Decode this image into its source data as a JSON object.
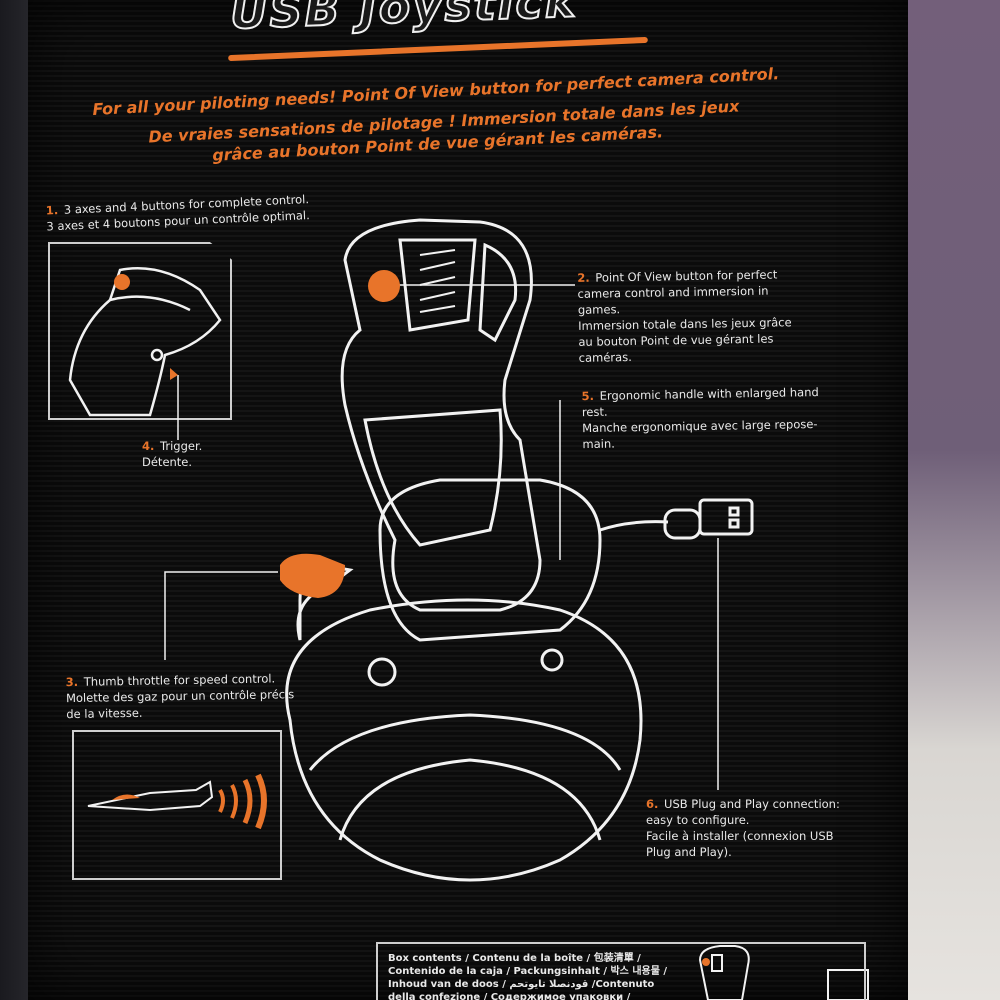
{
  "title": "USB Joystick",
  "taglines": [
    "For all your piloting needs!  Point Of View button for perfect camera control.",
    "De vraies sensations de pilotage ! Immersion totale dans les jeux",
    "grâce au bouton Point de vue gérant les caméras."
  ],
  "features": {
    "f1": {
      "num": "1.",
      "en": "3 axes and 4 buttons for complete control.",
      "fr": "3 axes et 4 boutons pour un contrôle optimal."
    },
    "f2": {
      "num": "2.",
      "en": "Point Of View button for perfect camera control and immersion in games.",
      "fr": "Immersion totale dans les jeux grâce au bouton Point de vue gérant les caméras."
    },
    "f3": {
      "num": "3.",
      "en": "Thumb throttle for speed control.",
      "fr": "Molette des gaz pour un contrôle précis de la vitesse."
    },
    "f4": {
      "num": "4.",
      "en": "Trigger.",
      "fr": "Détente."
    },
    "f5": {
      "num": "5.",
      "en": "Ergonomic handle with enlarged hand rest.",
      "fr": "Manche ergonomique avec large repose-main."
    },
    "f6": {
      "num": "6.",
      "en": "USB Plug and Play connection: easy to configure.",
      "fr": "Facile à installer (connexion USB Plug and Play)."
    }
  },
  "box_contents": [
    "Box contents  /  Contenu de la boîte  /  包装清單 /",
    "Contenido de la caja / Packungsinhalt / 박스 내용물 /",
    "Inhoud van de doos  /  قودنصلا تايوتحم  /Contenuto",
    "della  confezione  /  Содержимое  упаковки  /"
  ],
  "colors": {
    "accent": "#e8742a",
    "line": "#f2f2f2",
    "box": "#0e0e0e"
  },
  "icons": [
    "joystick-illustration",
    "trigger-detail",
    "jet-plane",
    "usb-plug",
    "joystick-thumbnail"
  ]
}
